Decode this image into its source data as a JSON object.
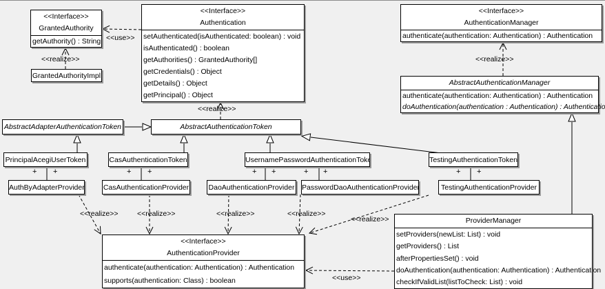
{
  "labels": {
    "realize": "<<realize>>",
    "use": "<<use>>",
    "plus": "+"
  },
  "classes": {
    "granted_authority": {
      "stereotype": "<<Interface>>",
      "name": "GrantedAuthority",
      "methods": [
        "getAuthority() : String"
      ]
    },
    "granted_authority_impl": {
      "name": "GrantedAuthorityImpl"
    },
    "authentication": {
      "stereotype": "<<Interface>>",
      "name": "Authentication",
      "methods": [
        "setAuthenticated(isAuthenticated: boolean) : void",
        "isAuthenticated() : boolean",
        "getAuthorities() : GrantedAuthority[]",
        "getCredentials() : Object",
        "getDetails() : Object",
        "getPrincipal() : Object"
      ]
    },
    "authentication_manager": {
      "stereotype": "<<Interface>>",
      "name": "AuthenticationManager",
      "methods": [
        "authenticate(authentication: Authentication) : Authentication"
      ]
    },
    "abstract_authentication_manager": {
      "name": "AbstractAuthenticationManager",
      "methods": [
        {
          "text": "authenticate(authentication: Authentication) : Authentication"
        },
        {
          "text": "doAuthentication(authentication : Authentication) : Authentication",
          "italic": true
        }
      ]
    },
    "abstract_adapter_authentication_token": {
      "name": "AbstractAdapterAuthenticationToken"
    },
    "abstract_authentication_token": {
      "name": "AbstractAuthenticationToken"
    },
    "principal_acegi_user_token": {
      "name": "PrincipalAcegiUserToken"
    },
    "cas_authentication_token": {
      "name": "CasAuthenticationToken"
    },
    "username_password_authentication_token": {
      "name": "UsernamePasswordAuthenticationToken"
    },
    "testing_authentication_token": {
      "name": "TestingAuthenticationToken"
    },
    "auth_by_adapter_provider": {
      "name": "AuthByAdapterProvider"
    },
    "cas_authentication_provider": {
      "name": "CasAuthenticationProvider"
    },
    "dao_authentication_provider": {
      "name": "DaoAuthenticationProvider"
    },
    "password_dao_authentication_provider": {
      "name": "PasswordDaoAuthenticationProvider"
    },
    "testing_authentication_provider": {
      "name": "TestingAuthenticationProvider"
    },
    "authentication_provider": {
      "stereotype": "<<Interface>>",
      "name": "AuthenticationProvider",
      "methods": [
        "authenticate(authentication: Authentication) : Authentication",
        "supports(authentication: Class) : boolean"
      ]
    },
    "provider_manager": {
      "name": "ProviderManager",
      "methods": [
        "setProviders(newList: List) : void",
        "getProviders() : List",
        "afterPropertiesSet() : void",
        "doAuthentication(authentication: Authentication) : Authentication",
        "checkIfValidList(listToCheck: List) : void"
      ]
    }
  }
}
